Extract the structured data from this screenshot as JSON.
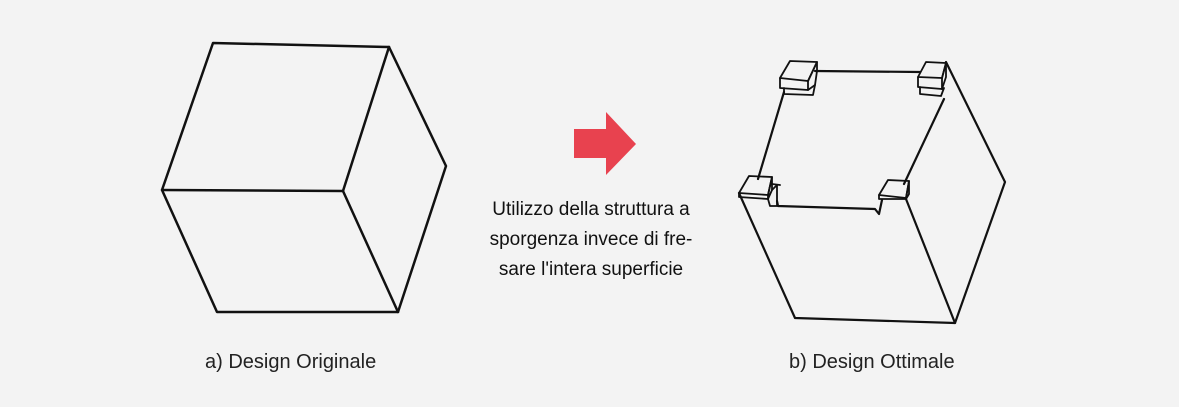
{
  "colors": {
    "background": "#f3f3f3",
    "line": "#111111",
    "arrow": "#e8424f"
  },
  "icons": {
    "arrow": "arrow-right-icon"
  },
  "left_panel": {
    "caption": "a) Design Originale"
  },
  "middle": {
    "lines": [
      "Utilizzo della struttura a",
      "sporgenza invece di fre-",
      "sare l'intera superficie"
    ]
  },
  "right_panel": {
    "caption": "b) Design Ottimale"
  }
}
